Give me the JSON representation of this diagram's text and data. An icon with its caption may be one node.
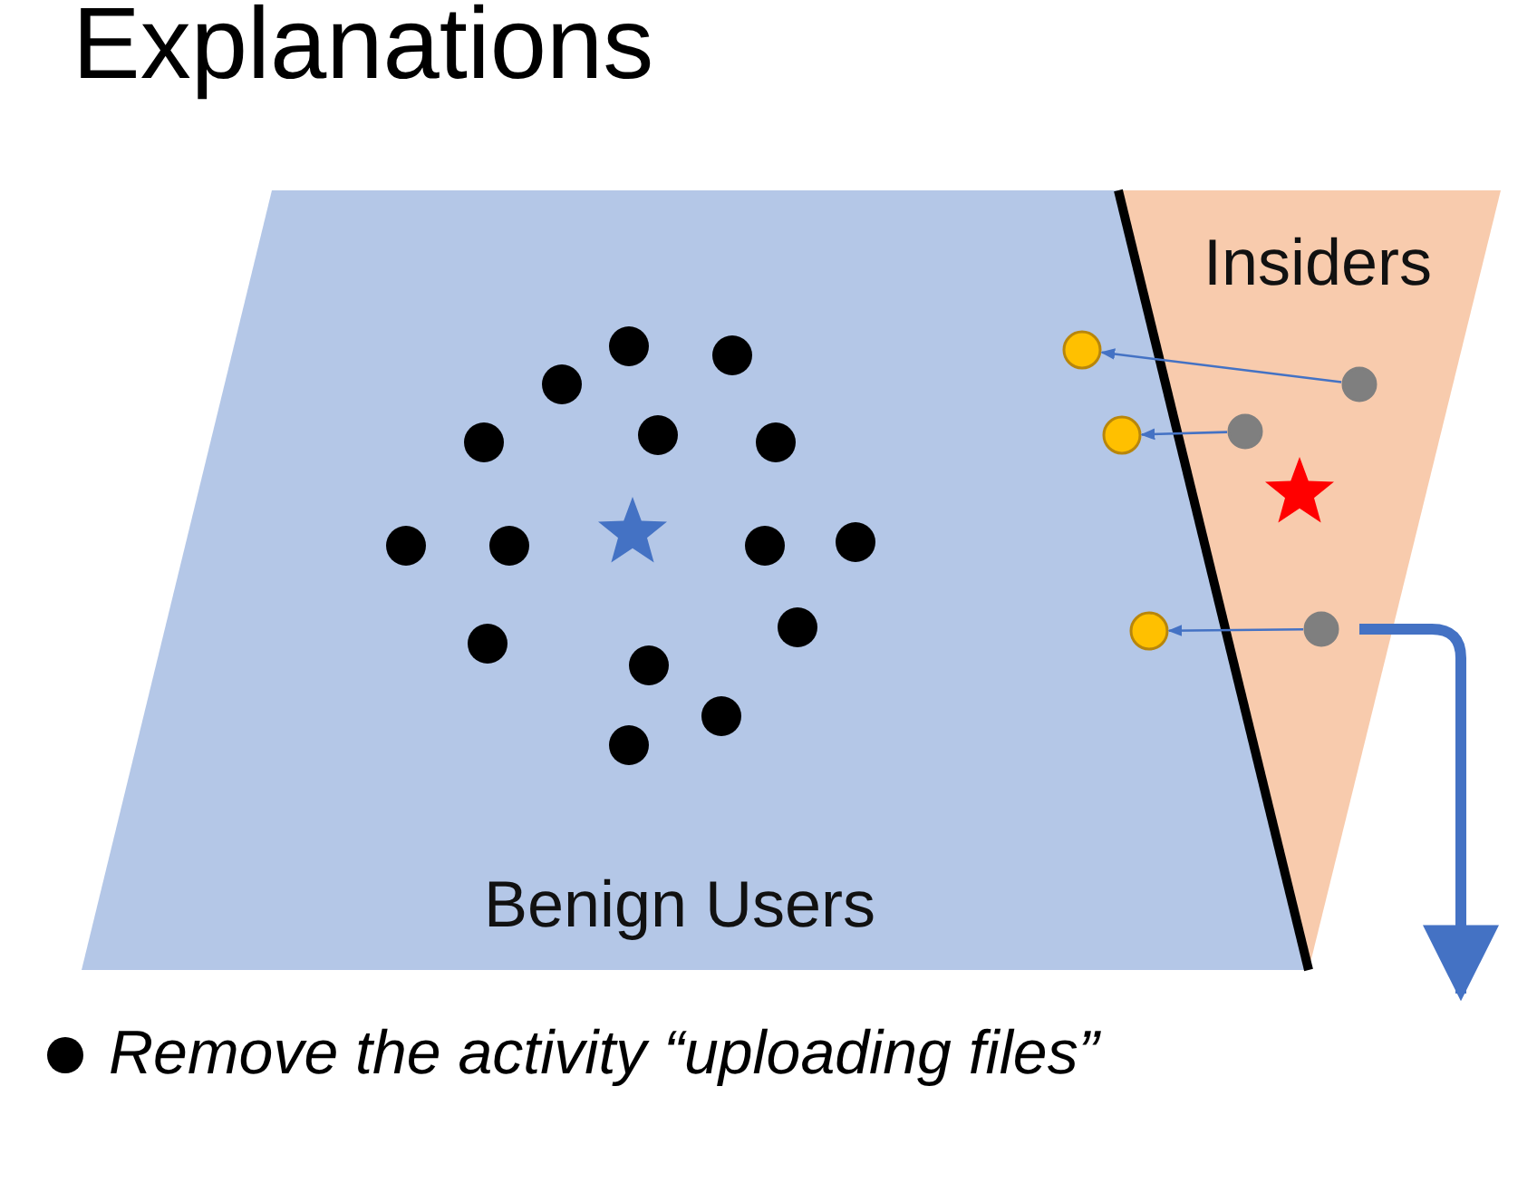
{
  "diagram": {
    "title": "Explanations",
    "nodes": [
      {
        "text": [
          "Benign Users"
        ]
      },
      {
        "text": [
          "Insiders"
        ]
      },
      {
        "text": [],
        "shape": "circle",
        "in": 0
      },
      {
        "text": [],
        "shape": "circle",
        "in": 1
      },
      {
        "text": [],
        "shape": "circle",
        "in": 1
      },
      {
        "text": [],
        "shape": "circle",
        "in": 0
      },
      {
        "text": [],
        "shape": "circle",
        "in": 1
      },
      {
        "text": [],
        "shape": "circle",
        "in": 0
      }
    ],
    "edges": [
      {
        "from": 3,
        "to": 2,
        "arrow": "to"
      },
      {
        "from": 4,
        "to": 5,
        "arrow": "to"
      },
      {
        "from": 6,
        "to": 7,
        "arrow": "to"
      },
      {
        "from": 6,
        "to": null,
        "arrow": "to",
        "style": "thick"
      }
    ],
    "labels": [
      "Remove the activity “uploading files”"
    ]
  }
}
